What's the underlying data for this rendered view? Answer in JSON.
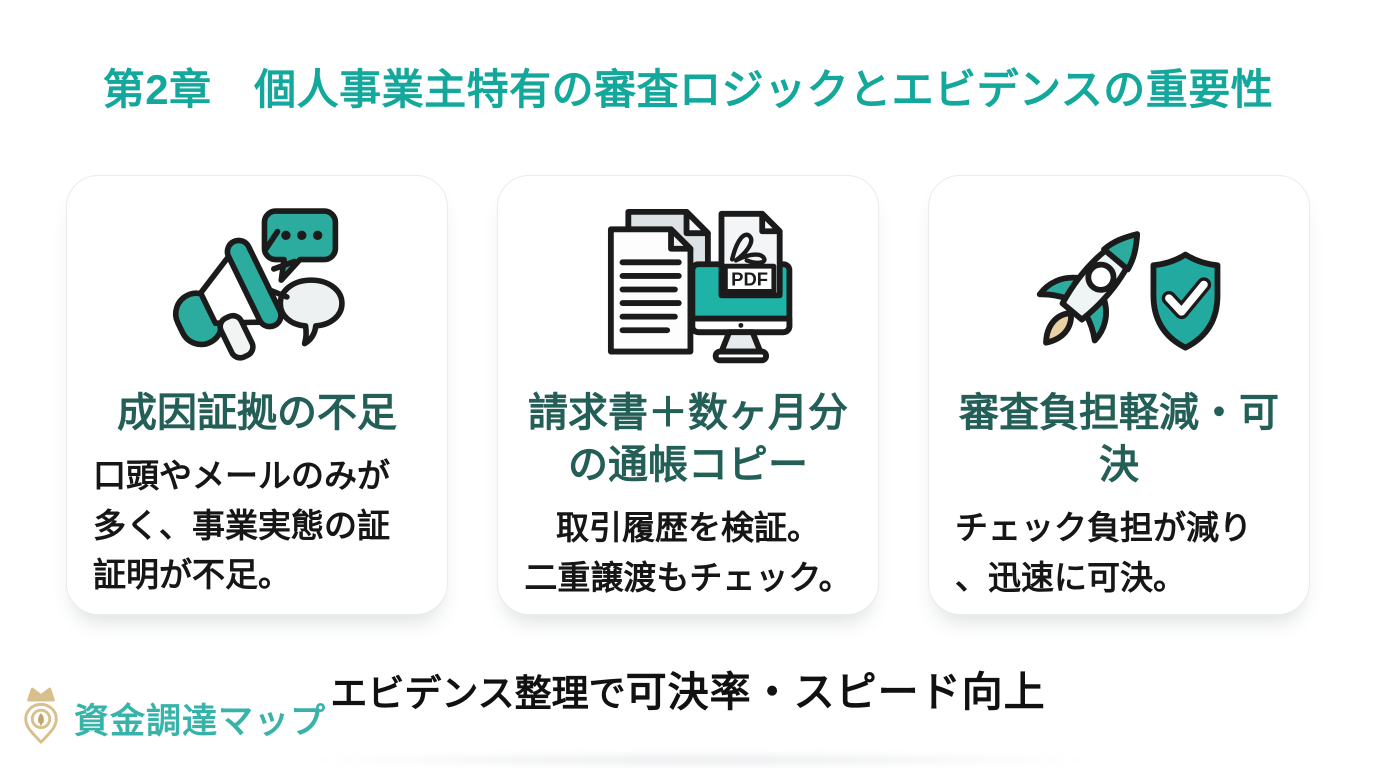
{
  "header": {
    "title": "第2章　個人事業主特有の審査ロジックとエビデンスの重要性"
  },
  "cards": [
    {
      "id": "lack-of-causal-evidence",
      "icon": "megaphone-speech-bubbles-icon",
      "title": "成因証拠の不足",
      "body": "口頭やメールのみが\n多く、事業実態の証\n証明が不足。"
    },
    {
      "id": "invoice-plus-bankbook-copies",
      "icon": "documents-pdf-monitor-icon",
      "pdf_badge": "PDF",
      "title": "請求書＋数ヶ月分\nの通帳コピー",
      "body": "取引履歴を検証。\n二重譲渡もチェック。"
    },
    {
      "id": "reduced-review-burden-approval",
      "icon": "rocket-shield-check-icon",
      "title": "審査負担軽減・可決",
      "body": "チェック負担が減り\n、迅速に可決。"
    }
  ],
  "footer": {
    "slogan_prefix": "エビデンス整理で",
    "slogan_emphasis": "可決率・スピード向上",
    "brand_name": "資金調達マップ"
  },
  "colors": {
    "accent_teal": "#14a89c",
    "dark_teal_heading": "#235e57",
    "icon_teal": "#2cab9f",
    "body_text": "#161616",
    "brand_teal": "#38b3aa",
    "gold": "#d8c08c",
    "dark_gold": "#c3a46a",
    "outline": "#1b1b1b"
  }
}
